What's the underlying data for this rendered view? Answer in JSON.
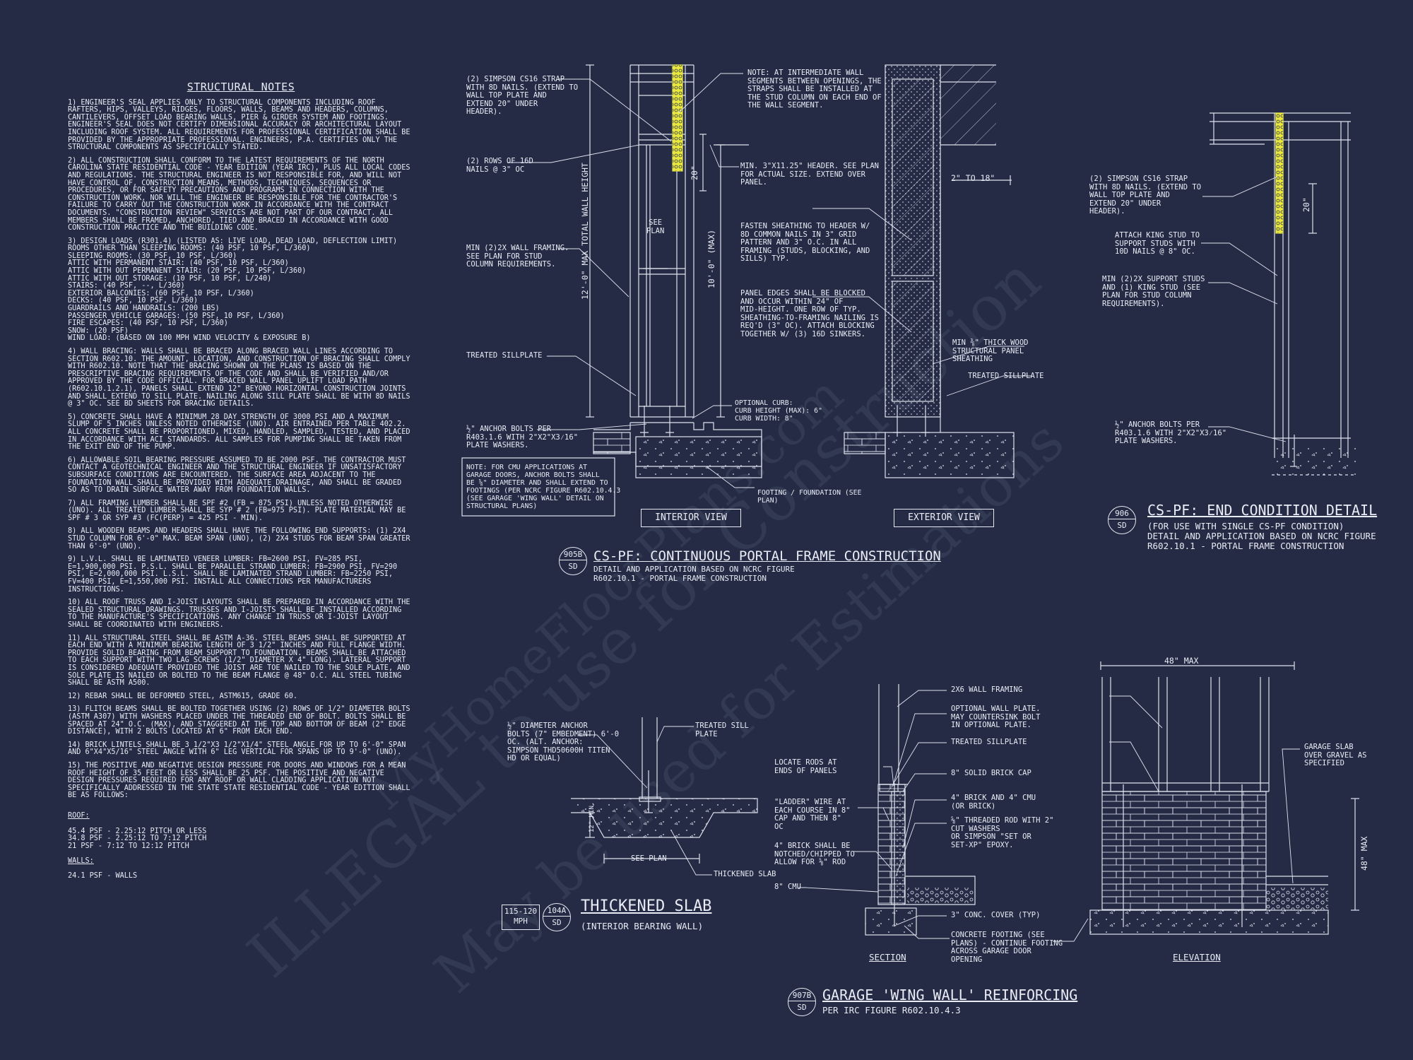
{
  "watermark": {
    "line1": "ILLEGAL to use for Construction",
    "line2": "May be used for Estimations",
    "line3": "MyHomeFloorPlans.com"
  },
  "notes": {
    "title": "STRUCTURAL NOTES",
    "paragraphs": [
      "1) ENGINEER'S SEAL APPLIES ONLY TO STRUCTURAL COMPONENTS INCLUDING ROOF RAFTERS, HIPS, VALLEYS, RIDGES, FLOORS, WALLS, BEAMS AND HEADERS, COLUMNS, CANTILEVERS, OFFSET LOAD BEARING WALLS, PIER & GIRDER SYSTEM AND FOOTINGS. ENGINEER'S SEAL DOES NOT CERTIFY DIMENSIONAL ACCURACY OR ARCHITECTURAL LAYOUT INCLUDING ROOF SYSTEM. ALL REQUIREMENTS FOR PROFESSIONAL CERTIFICATION SHALL BE PROVIDED BY THE APPROPRIATE PROFESSIONAL. ENGINEERS, P.A. CERTIFIES ONLY THE STRUCTURAL COMPONENTS AS SPECIFICALLY STATED.",
      "2) ALL CONSTRUCTION SHALL CONFORM TO THE LATEST REQUIREMENTS OF THE NORTH CAROLINA STATE RESIDENTIAL CODE - YEAR EDITION (YEAR IRC), PLUS ALL LOCAL CODES AND REGULATIONS. THE STRUCTURAL ENGINEER IS NOT RESPONSIBLE FOR, AND WILL NOT HAVE CONTROL OF, CONSTRUCTION MEANS, METHODS, TECHNIQUES, SEQUENCES OR PROCEDURES, OR FOR SAFETY PRECAUTIONS AND PROGRAMS IN CONNECTION WITH THE CONSTRUCTION WORK, NOR WILL THE ENGINEER BE RESPONSIBLE FOR THE CONTRACTOR'S FAILURE TO CARRY OUT THE CONSTRUCTION WORK IN ACCORDANCE WITH THE CONTRACT DOCUMENTS. \"CONSTRUCTION REVIEW\" SERVICES ARE NOT PART OF OUR CONTRACT. ALL MEMBERS SHALL BE FRAMED, ANCHORED, TIED AND BRACED IN ACCORDANCE WITH GOOD CONSTRUCTION PRACTICE AND THE BUILDING CODE.",
      "3) DESIGN LOADS (R301.4) (LISTED AS: LIVE LOAD, DEAD LOAD, DEFLECTION LIMIT)\nROOMS OTHER THAN SLEEPING ROOMS: (40 PSF, 10 PSF, L/360)\nSLEEPING ROOMS: (30 PSF, 10 PSF, L/360)\nATTIC WITH PERMANENT STAIR: (40 PSF, 10 PSF, L/360)\nATTIC WITH OUT PERMANENT STAIR: (20 PSF, 10 PSF, L/360)\nATTIC WITH OUT STORAGE: (10 PSF, 10 PSF, L/240)\nSTAIRS: (40 PSF, --, L/360)\nEXTERIOR BALCONIES: (60 PSF, 10 PSF, L/360)\nDECKS: (40 PSF, 10 PSF, L/360)\nGUARDRAILS AND HANDRAILS: (200 LBS)\nPASSENGER VEHICLE GARAGES: (50 PSF, 10 PSF, L/360)\nFIRE ESCAPES: (40 PSF, 10 PSF, L/360)\nSNOW: (20      PSF)\nWIND LOAD: (BASED ON 100 MPH WIND VELOCITY & EXPOSURE B)",
      "4) WALL BRACING:  WALLS SHALL BE BRACED ALONG BRACED WALL LINES ACCORDING TO SECTION R602.10. THE AMOUNT, LOCATION, AND CONSTRUCTION OF BRACING SHALL COMPLY WITH R602.10. NOTE THAT THE BRACING SHOWN ON THE PLANS IS BASED ON THE PRESCRIPTIVE BRACING REQUIREMENTS OF THE CODE AND SHALL BE VERIFIED AND/OR APPROVED BY THE CODE OFFICIAL. FOR BRACED WALL PANEL UPLIFT LOAD PATH (R602.10.1.2.1), PANELS SHALL EXTEND 12\" BEYOND HORIZONTAL CONSTRUCTION JOINTS AND SHALL EXTEND TO SILL PLATE. NAILING ALONG SILL PLATE SHALL BE WITH 8d NAILS @ 3\" OC. SEE BD SHEETS FOR BRACING DETAILS.",
      "5) CONCRETE SHALL HAVE A MINIMUM 28 DAY STRENGTH OF 3000 PSI AND A MAXIMUM SLUMP OF 5 INCHES UNLESS NOTED OTHERWISE (UNO). AIR ENTRAINED PER TABLE 402.2. ALL CONCRETE SHALL BE PROPORTIONED, MIXED, HANDLED, SAMPLED, TESTED, AND PLACED IN ACCORDANCE WITH ACI STANDARDS. ALL SAMPLES FOR PUMPING SHALL BE TAKEN FROM THE EXIT END OF THE PUMP.",
      "6) ALLOWABLE SOIL BEARING PRESSURE ASSUMED TO BE 2000 PSF. THE CONTRACTOR MUST CONTACT A GEOTECHNICAL ENGINEER AND THE STRUCTURAL ENGINEER IF UNSATISFACTORY SUBSURFACE CONDITIONS ARE ENCOUNTERED. THE SURFACE AREA ADJACENT TO THE FOUNDATION WALL SHALL BE PROVIDED WITH ADEQUATE DRAINAGE, AND SHALL BE GRADED SO AS TO DRAIN SURFACE WATER AWAY FROM FOUNDATION WALLS.",
      "7) ALL FRAMING LUMBER SHALL BE SPF #2 (Fb = 875 PSI) UNLESS NOTED OTHERWISE (UNO). ALL TREATED LUMBER SHALL BE SYP # 2 (Fb=975 PSI). PLATE MATERIAL MAY BE SPF # 3 OR SYP #3 (Fc(perp) = 425 PSI - MIN).",
      "8) ALL WOODEN BEAMS AND HEADERS SHALL HAVE THE FOLLOWING END SUPPORTS: (1) 2x4 STUD COLUMN FOR 6'-0\" MAX. BEAM SPAN (UNO), (2) 2x4 STUDS FOR BEAM SPAN GREATER THAN 6'-0\" (UNO).",
      "9) L.V.L. SHALL BE LAMINATED VENEER LUMBER: Fb=2600 PSI, Fv=285 PSI, E=1,900,000 PSI. P.S.L. SHALL BE PARALLEL STRAND LUMBER: Fb=2900 PSI, Fv=290 PSI, E=2,000,000 PSI. L.S.L. SHALL BE LAMINATED STRAND LUMBER: Fb=2250 PSI, Fv=400 PSI, E=1,550,000 PSI. INSTALL ALL CONNECTIONS PER MANUFACTURERS INSTRUCTIONS.",
      "10) ALL ROOF TRUSS AND I-JOIST LAYOUTS SHALL BE PREPARED IN ACCORDANCE WITH THE SEALED STRUCTURAL DRAWINGS. TRUSSES AND I-JOISTS SHALL BE INSTALLED ACCORDING TO THE MANUFACTURE'S SPECIFICATIONS. ANY CHANGE IN TRUSS OR I-JOIST LAYOUT SHALL BE COORDINATED WITH  ENGINEERS.",
      "11) ALL STRUCTURAL STEEL SHALL BE ASTM A-36. STEEL BEAMS SHALL BE SUPPORTED AT EACH END WITH A MINIMUM BEARING LENGTH OF 3 1/2\" INCHES AND FULL FLANGE WIDTH. PROVIDE SOLID BEARING FROM BEAM SUPPORT TO FOUNDATION. BEAMS SHALL BE ATTACHED TO EACH SUPPORT WITH TWO LAG SCREWS (1/2\" DIAMETER x 4\" LONG). LATERAL SUPPORT IS CONSIDERED ADEQUATE PROVIDED THE JOIST ARE TOE NAILED TO THE SOLE PLATE, AND SOLE PLATE IS NAILED OR BOLTED TO THE BEAM FLANGE @ 48\" O.C. ALL STEEL TUBING SHALL BE ASTM A500.",
      "12) REBAR SHALL BE DEFORMED STEEL, ASTM615, GRADE 60.",
      "13) FLITCH BEAMS SHALL BE BOLTED TOGETHER USING (2) ROWS OF 1/2\" DIAMETER BOLTS (ASTM A307) WITH WASHERS PLACED UNDER THE THREADED END OF BOLT. BOLTS SHALL BE SPACED AT 24\" O.C. (MAX), AND STAGGERED AT THE TOP AND BOTTOM OF BEAM (2\" EDGE DISTANCE), WITH 2 BOLTS LOCATED AT 6\" FROM EACH END.",
      "14) BRICK LINTELS SHALL BE 3 1/2\"x3 1/2\"x1/4\" STEEL ANGLE FOR UP TO 6'-0\" SPAN AND 6\"x4\"x5/16\" STEEL ANGLE WITH 6\" LEG VERTICAL FOR SPANS UP TO 9'-0\" (UNO).",
      "15) THE POSITIVE AND NEGATIVE DESIGN PRESSURE FOR DOORS AND WINDOWS FOR A MEAN ROOF HEIGHT OF 35 FEET OR LESS SHALL BE 25 PSF. THE POSITIVE AND NEGATIVE DESIGN PRESSURES REQUIRED FOR ANY ROOF OR WALL CLADDING APPLICATION NOT SPECIFICALLY ADDRESSED IN THE STATE STATE RESIDENTIAL CODE - YEAR EDITION SHALL BE AS FOLLOWS:"
    ],
    "roof_head": "ROOF:",
    "roof_lines": "45.4 PSF - 2.25:12 PITCH OR LESS\n34.8 PSF - 2.25:12 TO 7:12 PITCH\n21 PSF - 7:12 TO 12:12 PITCH",
    "walls_head": "WALLS:",
    "walls_lines": "24.1 PSF - WALLS"
  },
  "detail_905b": {
    "num": "905B",
    "sheet": "SD",
    "title": "CS-PF: CONTINUOUS PORTAL FRAME CONSTRUCTION",
    "subtitle": "DETAIL AND APPLICATION BASED ON NCRC FIGURE\nR602.10.1 - PORTAL FRAME CONSTRUCTION",
    "view_interior": "INTERIOR VIEW",
    "view_exterior": "EXTERIOR VIEW",
    "labels": {
      "strap": "(2) SIMPSON CS16 STRAP\nWITH 8d NAILS. (EXTEND TO\nWALL TOP PLATE AND\nEXTEND 20\" UNDER\nHEADER).",
      "nails": "(2) ROWS OF 16d\nNAILS @ 3\" OC",
      "framing": "MIN (2)2X WALL FRAMING.\nSEE PLAN FOR STUD\nCOLUMN REQUIREMENTS.",
      "sill": "TREATED SILLPLATE",
      "anchor": "½\" ANCHOR BOLTS PER\nR403.1.6 WITH 2\"x2\"x3⁄16\"\nPLATE WASHERS.",
      "cmu_note": "NOTE: FOR CMU APPLICATIONS AT\nGARAGE DOORS, ANCHOR BOLTS SHALL\nBE ⅝\" DIAMETER AND SHALL EXTEND TO\nFOOTINGS (PER NCRC FIGURE R602.10.4.3\n(SEE GARAGE 'WING WALL' DETAIL ON\nSTRUCTURAL PLANS)",
      "see_plan": "SEE\nPLAN",
      "total_height": "12'-0\" MAX TOTAL WALL HEIGHT",
      "wall_height": "10'-0\" (MAX)",
      "dim20": "20\"",
      "note_intermediate": "NOTE: AT INTERMEDIATE WALL\nSEGMENTS BETWEEN OPENINGS, THE\nSTRAPS SHALL BE INSTALLED AT\nTHE STUD COLUMN ON EACH END OF\nTHE WALL SEGMENT.",
      "header": "MIN. 3\"x11.25\" HEADER. SEE PLAN\nFOR ACTUAL SIZE. EXTEND OVER\nPANEL.",
      "fasten": "FASTEN SHEATHING TO HEADER W/\n8d COMMON NAILS IN 3\" GRID\nPATTERN AND 3\" O.C. IN ALL\nFRAMING (STUDS, BLOCKING, AND\nSILLS) TYP.",
      "panel_edges": "PANEL EDGES SHALL BE BLOCKED\nAND OCCUR WITHIN 24\" OF\nMID-HEIGHT. ONE ROW OF TYP.\nSHEATHING-TO-FRAMING NAILING IS\nREQ'D (3\" OC). ATTACH BLOCKING\nTOGETHER W/ (3) 16d SINKERS.",
      "curb": "OPTIONAL CURB:\nCURB HEIGHT (MAX): 6\"\nCURB WIDTH: 8\"",
      "footing": "FOOTING / FOUNDATION (SEE\nPLAN)",
      "two_to_18": "2\" TO 18\"",
      "sheathing": "MIN ⅜\" THICK WOOD\nSTRUCTURAL PANEL\nSHEATHING",
      "sill2": "TREATED SILLPLATE"
    }
  },
  "detail_906": {
    "num": "906",
    "sheet": "SD",
    "title": "CS-PF: END CONDITION DETAIL",
    "subtitle": "(FOR USE WITH SINGLE CS-PF CONDITION)\nDETAIL AND APPLICATION BASED ON NCRC FIGURE\nR602.10.1 - PORTAL FRAME CONSTRUCTION",
    "labels": {
      "strap": "(2) SIMPSON CS16 STRAP\nWITH 8d NAILS. (EXTEND TO\nWALL TOP PLATE AND\nEXTEND 20\" UNDER\nHEADER).",
      "king": "ATTACH KING STUD TO\nSUPPORT STUDS WITH\n10d NAILS @ 8\" OC.",
      "support": "MIN (2)2X SUPPORT STUDS\nAND (1) KING STUD (SEE\nPLAN FOR STUD COLUMN\nREQUIREMENTS).",
      "anchor": "½\" ANCHOR BOLTS PER\nR403.1.6 WITH 2\"x2\"x3⁄16\"\nPLATE WASHERS.",
      "dim20": "20\""
    }
  },
  "detail_104a": {
    "num": "104A",
    "sheet": "SD",
    "mph": "115-120\nMPH",
    "title": "THICKENED SLAB",
    "subtitle": "(INTERIOR BEARING WALL)",
    "labels": {
      "anchor": "½\" DIAMETER ANCHOR\nBOLTS (7\" EMBEDMENT) 6'-0\nOC. (ALT. ANCHOR:\nSIMPSON THD50600H TITEN\nHD OR EQUAL)",
      "sill": "TREATED SILL\nPLATE",
      "see_plan": "SEE PLAN",
      "slab": "THICKENED SLAB",
      "dim": "12\" MIN."
    }
  },
  "detail_907b": {
    "num": "907B",
    "sheet": "SD",
    "title": "GARAGE 'WING WALL' REINFORCING",
    "subtitle": "PER IRC FIGURE R602.10.4.3",
    "section": "SECTION",
    "elevation": "ELEVATION",
    "labels": {
      "framing": "2x6 WALL FRAMING",
      "plate": "OPTIONAL WALL PLATE.\nMAY COUNTERSINK BOLT\nIN OPTIONAL PLATE.",
      "sill": "TREATED SILLPLATE",
      "rods": "LOCATE RODS AT\nENDS OF PANELS",
      "cap": "8\" SOLID BRICK CAP",
      "ladder": "\"LADDER\" WIRE AT\nEACH COURSE IN 8\"\nCAP AND THEN 8\"\nOC",
      "brick_cmu": "4\" BRICK AND 4\" CMU\n(OR BRICK)",
      "rod": "⅝\" THREADED ROD WITH 2\"\nCUT WASHERS\nOR SIMPSON \"SET OR\nSET-XP\" EPOXY.",
      "notched": "4\" BRICK SHALL BE\nNOTCHED/CHIPPED TO\nALLOW FOR ⅝\" ROD",
      "cmu8": "8\" CMU",
      "cover": "3\" CONC. COVER (TYP)",
      "footing": "CONCRETE FOOTING (SEE\nPLANS) - CONTINUE FOOTING\nACROSS GARAGE DOOR\nOPENING",
      "max48": "48\" MAX",
      "max48v": "48\" MAX",
      "gravel": "GARAGE SLAB\nOVER GRAVEL AS\nSPECIFIED"
    }
  }
}
